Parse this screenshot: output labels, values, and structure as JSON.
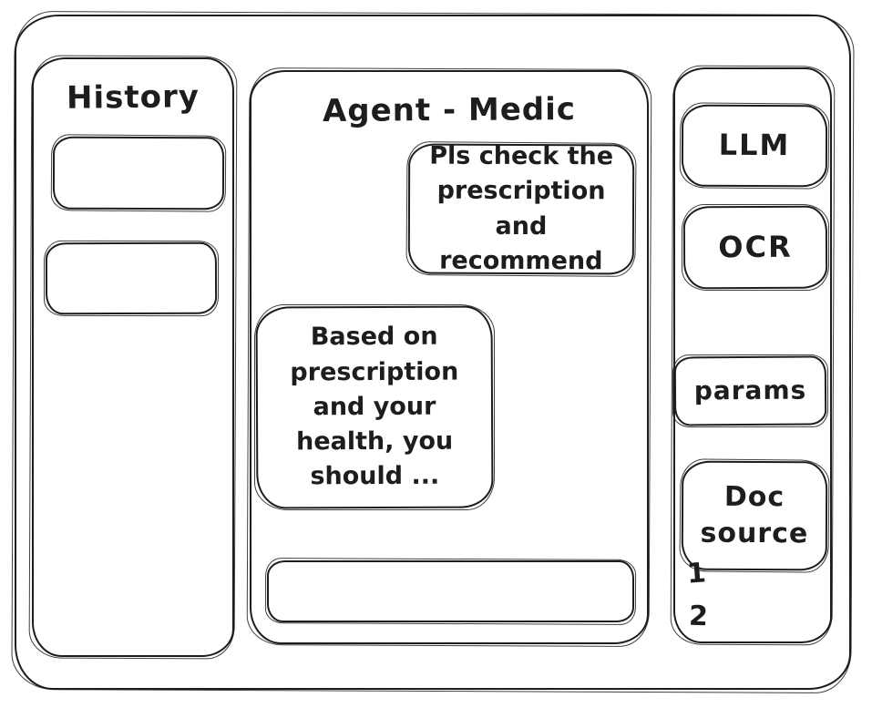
{
  "meta": {
    "style": "hand-drawn-wireframe",
    "stroke_color": "#1d1d1d",
    "background_color": "#ffffff"
  },
  "sidebar": {
    "title": "History",
    "items": [
      {
        "label": ""
      },
      {
        "label": ""
      }
    ]
  },
  "main": {
    "title": "Agent - Medic",
    "messages": [
      {
        "role": "user",
        "text": "Pls check the\nprescription\nand recommend"
      },
      {
        "role": "agent",
        "text": "Based on\nprescription\nand your\nhealth, you\nshould ..."
      }
    ],
    "input": {
      "value": "",
      "placeholder": ""
    }
  },
  "toolbar": {
    "buttons": [
      {
        "id": "llm",
        "label": "LLM"
      },
      {
        "id": "ocr",
        "label": "OCR"
      },
      {
        "id": "params",
        "label": "params"
      },
      {
        "id": "doc-source",
        "label": "Doc\nsource"
      }
    ],
    "doc_source_items": [
      "1",
      "2"
    ]
  }
}
